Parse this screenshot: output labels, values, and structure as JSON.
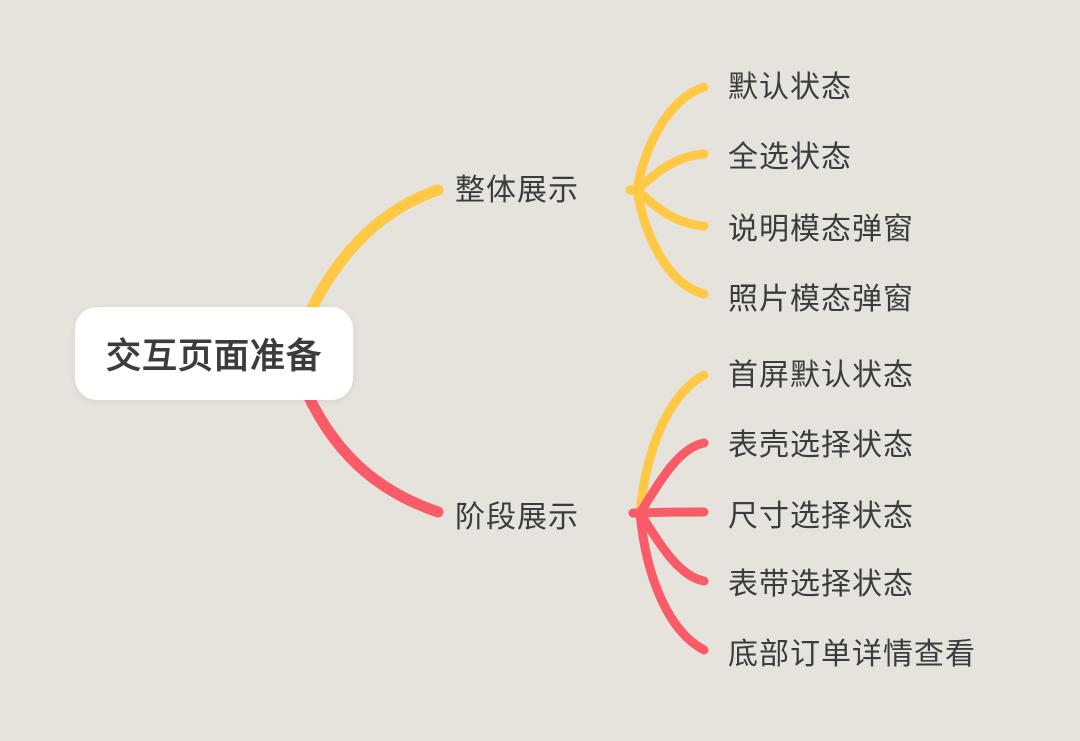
{
  "colors": {
    "bg": "#E6E2DC",
    "yellow": "#FFC845",
    "red": "#F95B69",
    "text": "#3C3C3C",
    "node_bg": "#FFFFFF"
  },
  "mindmap": {
    "root": {
      "label": "交互页面准备"
    },
    "branches": [
      {
        "label": "整体展示",
        "color": "#FFC845",
        "children": [
          {
            "label": "默认状态",
            "line_color": "#FFC845"
          },
          {
            "label": "全选状态",
            "line_color": "#FFC845"
          },
          {
            "label": "说明模态弹窗",
            "line_color": "#FFC845"
          },
          {
            "label": "照片模态弹窗",
            "line_color": "#FFC845"
          }
        ]
      },
      {
        "label": "阶段展示",
        "color": "#F95B69",
        "children": [
          {
            "label": "首屏默认状态",
            "line_color": "#FFC845"
          },
          {
            "label": "表壳选择状态",
            "line_color": "#F95B69"
          },
          {
            "label": "尺寸选择状态",
            "line_color": "#F95B69"
          },
          {
            "label": "表带选择状态",
            "line_color": "#F95B69"
          },
          {
            "label": "底部订单详情查看",
            "line_color": "#F95B69"
          }
        ]
      }
    ]
  }
}
